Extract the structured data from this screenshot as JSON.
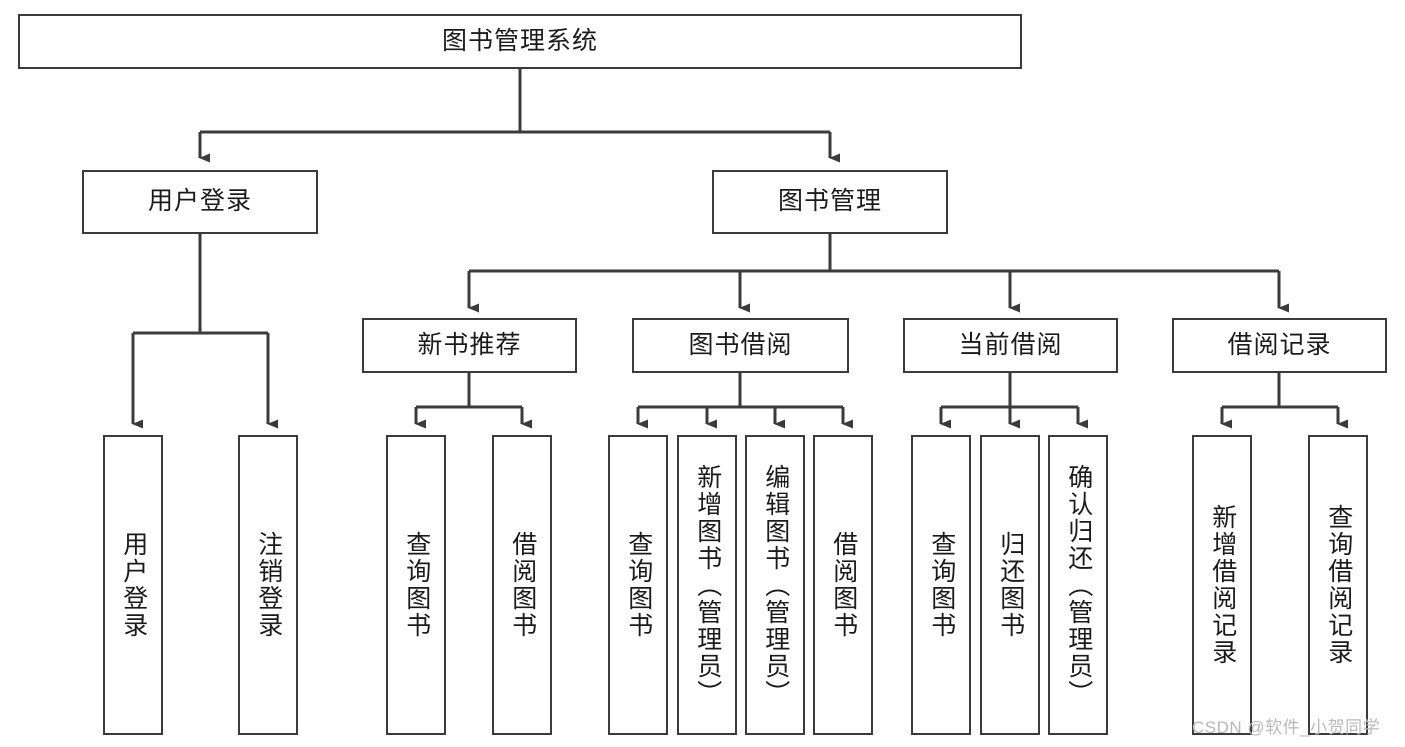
{
  "diagram": {
    "title": "图书管理系统",
    "type": "functional-structure-tree",
    "root": {
      "label": "图书管理系统"
    },
    "level2": [
      {
        "label": "用户登录"
      },
      {
        "label": "图书管理"
      }
    ],
    "level3": [
      {
        "label": "新书推荐"
      },
      {
        "label": "图书借阅"
      },
      {
        "label": "当前借阅"
      },
      {
        "label": "借阅记录"
      }
    ],
    "leaves": {
      "user_login": [
        {
          "label": "用户登录"
        },
        {
          "label": "注销登录"
        }
      ],
      "new_book_recommend": [
        {
          "label": "查询图书"
        },
        {
          "label": "借阅图书"
        }
      ],
      "book_borrow": [
        {
          "label": "查询图书"
        },
        {
          "label": "新增图书（管理员）"
        },
        {
          "label": "编辑图书（管理员）"
        },
        {
          "label": "借阅图书"
        }
      ],
      "current_borrow": [
        {
          "label": "查询图书"
        },
        {
          "label": "归还图书"
        },
        {
          "label": "确认归还（管理员）"
        }
      ],
      "borrow_record": [
        {
          "label": "新增借阅记录"
        },
        {
          "label": "查询借阅记录"
        }
      ]
    }
  },
  "watermark": {
    "text": "CSDN @软件_小贺同学"
  },
  "colors": {
    "stroke": "#3b3b3b",
    "fill": "#ffffff",
    "text": "#1b1b1b",
    "watermark": "#b9b9b9"
  }
}
